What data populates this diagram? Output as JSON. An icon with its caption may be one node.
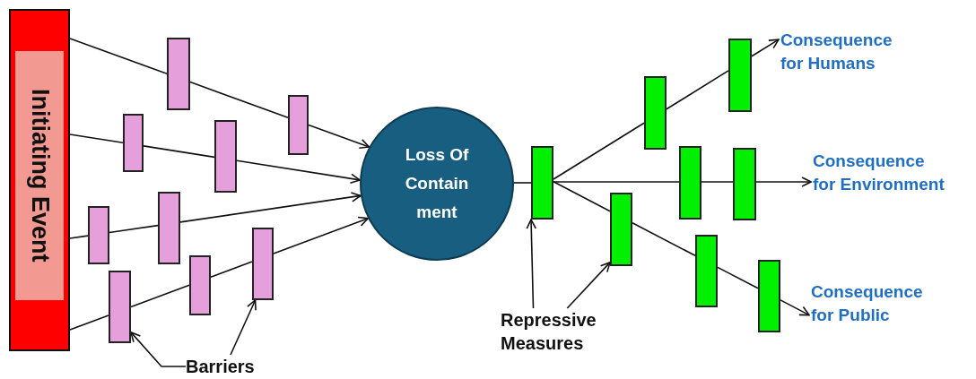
{
  "diagram": {
    "nodes": [
      {
        "text": [
          "Initiating Event"
        ]
      },
      {
        "text": [],
        "shape": "box"
      },
      {
        "text": [],
        "shape": "box"
      },
      {
        "text": [],
        "shape": "box"
      },
      {
        "text": [],
        "shape": "box"
      },
      {
        "text": [],
        "shape": "box"
      },
      {
        "text": [],
        "shape": "box"
      },
      {
        "text": [],
        "shape": "box"
      },
      {
        "text": [],
        "shape": "box"
      },
      {
        "text": [],
        "shape": "box"
      },
      {
        "text": [
          "Loss Of Contain ment"
        ]
      },
      {
        "text": [],
        "shape": "box"
      },
      {
        "text": [],
        "shape": "box"
      },
      {
        "text": [],
        "shape": "box"
      },
      {
        "text": [],
        "shape": "box"
      },
      {
        "text": [],
        "shape": "box"
      },
      {
        "text": [],
        "shape": "box"
      },
      {
        "text": [],
        "shape": "box"
      },
      {
        "text": [],
        "shape": "box"
      },
      {
        "text": [
          "Consequence for Humans"
        ]
      },
      {
        "text": [
          "Consequence for Environment"
        ]
      },
      {
        "text": [
          "Consequence for Public"
        ]
      },
      {
        "text": [
          "Barriers"
        ]
      },
      {
        "text": [
          "Repressive Measures"
        ]
      }
    ],
    "edges": [
      {
        "from": 0,
        "to": 5,
        "arrow": "none"
      },
      {
        "from": 5,
        "to": 9,
        "arrow": "none"
      },
      {
        "from": 9,
        "to": 10,
        "arrow": "to"
      },
      {
        "from": 0,
        "to": 3,
        "arrow": "none"
      },
      {
        "from": 3,
        "to": 7,
        "arrow": "none"
      },
      {
        "from": 7,
        "to": 10,
        "arrow": "to"
      },
      {
        "from": 0,
        "to": 1,
        "arrow": "none"
      },
      {
        "from": 1,
        "to": 4,
        "arrow": "none"
      },
      {
        "from": 4,
        "to": 10,
        "arrow": "to"
      },
      {
        "from": 0,
        "to": 2,
        "arrow": "none"
      },
      {
        "from": 2,
        "to": 6,
        "arrow": "none"
      },
      {
        "from": 6,
        "to": 8,
        "arrow": "none"
      },
      {
        "from": 8,
        "to": 10,
        "arrow": "to"
      },
      {
        "from": 10,
        "to": 11,
        "arrow": "none"
      },
      {
        "from": 11,
        "to": 13,
        "arrow": "none"
      },
      {
        "from": 13,
        "to": 16,
        "arrow": "none"
      },
      {
        "from": 16,
        "to": 19,
        "arrow": "to"
      },
      {
        "from": 11,
        "to": 14,
        "arrow": "none"
      },
      {
        "from": 14,
        "to": 17,
        "arrow": "none"
      },
      {
        "from": 17,
        "to": 20,
        "arrow": "to"
      },
      {
        "from": 11,
        "to": 12,
        "arrow": "none"
      },
      {
        "from": 12,
        "to": 15,
        "arrow": "none"
      },
      {
        "from": 15,
        "to": 18,
        "arrow": "none"
      },
      {
        "from": 18,
        "to": 21,
        "arrow": "to"
      },
      {
        "from": 22,
        "to": 2,
        "arrow": "to"
      },
      {
        "from": 22,
        "to": 8,
        "arrow": "to"
      },
      {
        "from": 23,
        "to": 11,
        "arrow": "to"
      },
      {
        "from": 23,
        "to": 12,
        "arrow": "to"
      }
    ]
  }
}
